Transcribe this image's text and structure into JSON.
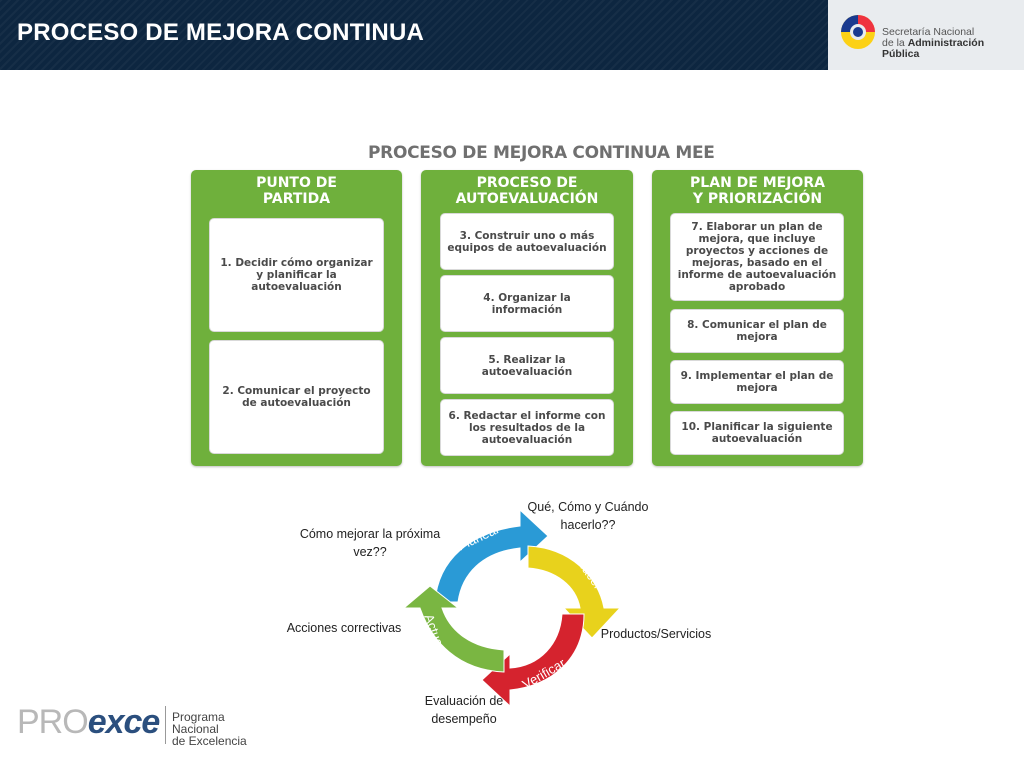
{
  "header": {
    "title": "PROCESO DE MEJORA CONTINUA",
    "logo_line1": "Secretaría Nacional",
    "logo_line2_prefix": "de la ",
    "logo_line2_bold": "Administración Pública"
  },
  "diagram": {
    "title": "PROCESO DE MEJORA CONTINUA MEE",
    "columns": [
      {
        "heading_line1": "PUNTO DE",
        "heading_line2": "PARTIDA",
        "steps": [
          "1. Decidir cómo organizar y planificar la autoevaluación",
          "2. Comunicar el proyecto de autoevaluación"
        ]
      },
      {
        "heading_line1": "PROCESO DE",
        "heading_line2": "AUTOEVALUACIÓN",
        "steps": [
          "3. Construir uno o más equipos de autoevaluación",
          "4. Organizar la información",
          "5. Realizar la autoevaluación",
          "6. Redactar el informe con los resultados de la autoevaluación"
        ]
      },
      {
        "heading_line1": "PLAN DE MEJORA",
        "heading_line2": "Y PRIORIZACIÓN",
        "steps": [
          "7. Elaborar un plan de mejora, que incluye proyectos y acciones de mejoras, basado en el informe de autoevaluación aprobado",
          "8. Comunicar el plan de mejora",
          "9. Implementar el plan de mejora",
          "10. Planificar la siguiente autoevaluación"
        ]
      }
    ]
  },
  "cycle": {
    "phases": [
      "Planear",
      "Hacer",
      "Verificar",
      "Actuar"
    ],
    "colors": {
      "planear": "#2a9ad6",
      "hacer": "#e8d21c",
      "verificar": "#d5232e",
      "actuar": "#7ab642"
    },
    "labels": {
      "planear_note": "Qué, Cómo y Cuándo hacerlo??",
      "hacer_note": "Productos/Servicios",
      "verificar_note": "Evaluación de desempeño",
      "actuar_note": "Acciones correctivas",
      "mejora_note": "Cómo mejorar la próxima vez??"
    }
  },
  "footer": {
    "logo_part1": "PRO",
    "logo_part2": "exce",
    "program_line1": "Programa",
    "program_line2": "Nacional",
    "program_line3": "de Excelencia"
  }
}
